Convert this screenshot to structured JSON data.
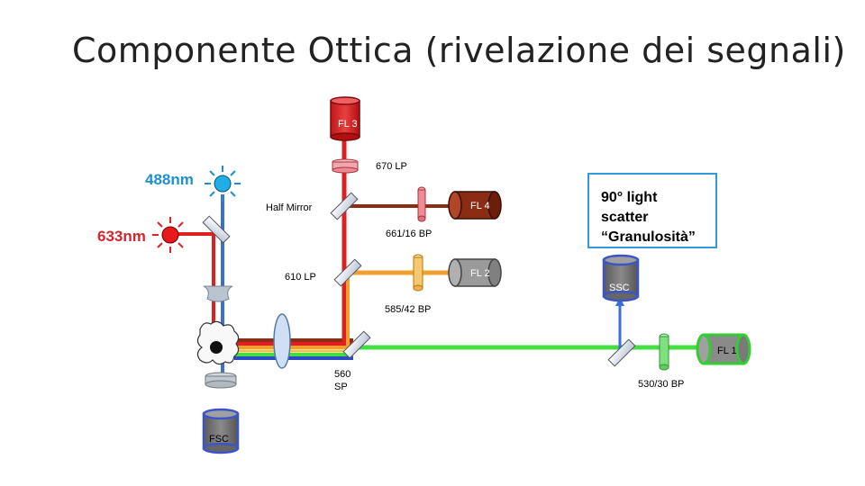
{
  "title": "Componente Ottica (rivelazione dei segnali)",
  "lasers": {
    "blue": "488nm",
    "red": "633nm",
    "blue_color": "#1f8fd0",
    "red_color": "#d8242a"
  },
  "detectors": {
    "fl3": "FL 3",
    "fl4": "FL 4",
    "fl2": "FL 2",
    "fl1": "FL 1",
    "ssc": "SSC",
    "fsc": "FSC"
  },
  "filters": {
    "f670": "670 LP",
    "half_mirror": "Half Mirror",
    "f661": "661/16 BP",
    "f610": "610 LP",
    "f585": "585/42 BP",
    "f560_a": "560",
    "f560_b": "SP",
    "f530": "530/30 BP"
  },
  "scatter_box": {
    "line1": "90° light",
    "line2": "scatter",
    "line3": "“Granulosità”"
  },
  "colors": {
    "fl3": "#d42a2a",
    "fl4": "#8b2c15",
    "fl2": "#f0a030",
    "fl1": "#44dd44",
    "ssc": "#3b55c8",
    "fsc": "#3b55c8",
    "box_border": "#3399dd"
  }
}
